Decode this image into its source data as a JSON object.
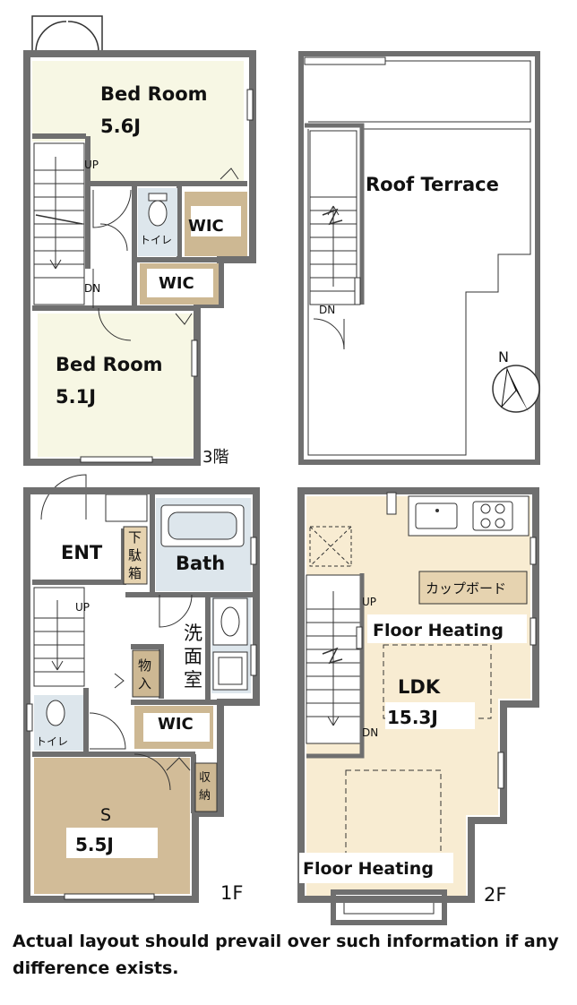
{
  "floor3": {
    "bedroom_top": {
      "name": "Bed Room",
      "size": "5.6J"
    },
    "bedroom_bottom": {
      "name": "Bed Room",
      "size": "5.1J"
    },
    "wic_a": "WIC",
    "wic_b": "WIC",
    "toilet": "トイレ",
    "stair_up": "UP",
    "stair_down": "DN",
    "floor_label": "3階"
  },
  "roof": {
    "terrace": "Roof Terrace",
    "stair_down": "DN",
    "compass": "N"
  },
  "floor1": {
    "entrance": "ENT",
    "shoe_box": [
      "下",
      "駄",
      "箱"
    ],
    "bath": "Bath",
    "washroom": [
      "洗",
      "面",
      "室"
    ],
    "storage_small": [
      "物",
      "入"
    ],
    "storage_closet": [
      "収",
      "納"
    ],
    "toilet": "トイレ",
    "wic": "WIC",
    "room_s": {
      "name": "S",
      "size": "5.5J"
    },
    "stair_up": "UP",
    "floor_label": "1F"
  },
  "floor2": {
    "cupboard": "カップボード",
    "floor_heating_top": "Floor Heating",
    "floor_heating_bottom": "Floor Heating",
    "ldk": {
      "name": "LDK",
      "size": "15.3J"
    },
    "stair_up": "UP",
    "stair_down": "DN",
    "floor_label": "2F"
  },
  "notice": "Actual layout should prevail over such information if any difference exists.",
  "colors": {
    "wall": "#6f6f6f",
    "bedroom": "#f7f7e4",
    "ldk": "#f8ecd2",
    "room_s": "#d2bc98",
    "wic": "#cdb893",
    "wet_area": "#dde6ec"
  }
}
